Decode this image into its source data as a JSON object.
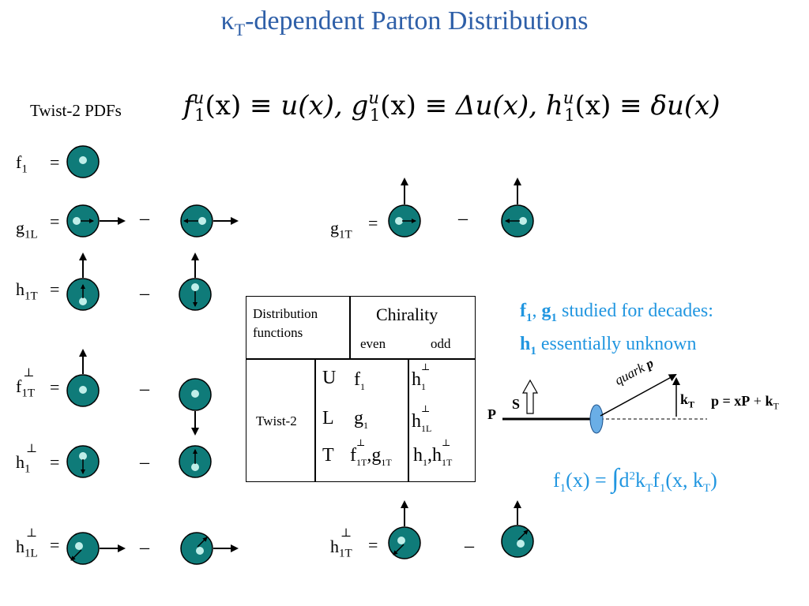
{
  "title": {
    "main": "κ",
    "sub": "T",
    "rest": "-dependent Parton Distributions"
  },
  "twist2_label": "Twist-2 PDFs",
  "formula": {
    "f": "f",
    "g": "g",
    "h": "h",
    "u": "u",
    "one": "1",
    "x_arg": "(x)",
    "equiv": " ≡ ",
    "u_x": "u(x), ",
    "delta_u_x": "Δu(x), ",
    "small_delta_u_x": "δu(x)"
  },
  "symbols": {
    "f1": {
      "base": "f",
      "sub": "1"
    },
    "g1L": {
      "base": "g",
      "sub": "1L"
    },
    "g1T": {
      "base": "g",
      "sub": "1T"
    },
    "h1T": {
      "base": "h",
      "sub": "1T"
    },
    "f1T_perp": {
      "base": "f",
      "sup": "⊥",
      "sub": "1T"
    },
    "h1_perp": {
      "base": "h",
      "sup": "⊥",
      "sub": "1"
    },
    "h1L_perp": {
      "base": "h",
      "sup": "⊥",
      "sub": "1L"
    },
    "h1T_perp": {
      "base": "h",
      "sup": "⊥",
      "sub": "1T"
    }
  },
  "eq": "=",
  "minus": "–",
  "table": {
    "header_left_1": "Distribution",
    "header_left_2": "functions",
    "chirality": "Chirality",
    "even": "even",
    "odd": "odd",
    "row_label": "Twist-2",
    "rows": [
      "U",
      "L",
      "T"
    ],
    "f": "f",
    "g": "g",
    "h": "h",
    "one": "1",
    "perp": "⊥",
    "oneT": "1T",
    "oneL": "1L",
    "comma": ","
  },
  "note": {
    "f": "f",
    "g": "g",
    "h": "h",
    "one": "1",
    "comma": ", ",
    "line1_rest": " studied for decades:",
    "line2_rest": "  essentially unknown"
  },
  "kinematics": {
    "P": "P",
    "S": "S",
    "quark": "quark",
    "p": "p",
    "k": "k",
    "T": "T",
    "eq": "p  =  x",
    "P_bold": "P",
    "plus": " + "
  },
  "integral": {
    "f": "f",
    "one": "1",
    "x": "(x) = ",
    "int": "∫",
    "d": "d",
    "two": "2",
    "k": "k",
    "T": "T",
    "args": "(x, k",
    "close": ")"
  },
  "colors": {
    "title": "#2e5fa8",
    "disk": "#0f7b79",
    "note": "#2196e0",
    "ellipse": "#6aaee6"
  }
}
